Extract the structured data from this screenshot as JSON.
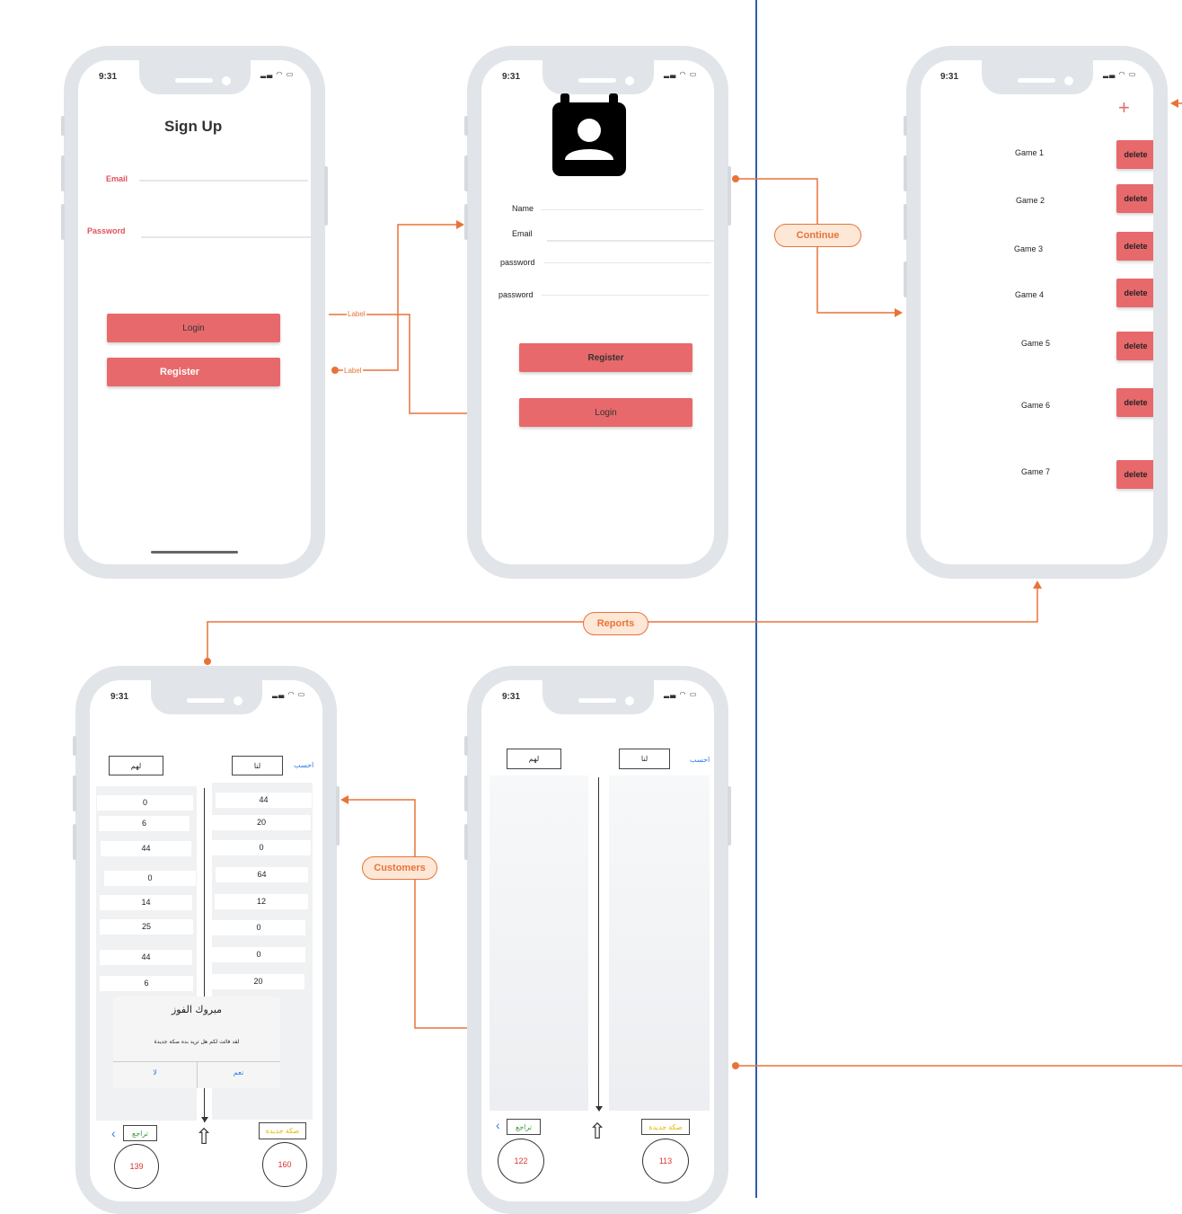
{
  "status": {
    "time": "9:31"
  },
  "screen1": {
    "title": "Sign Up",
    "email_label": "Email",
    "password_label": "Password",
    "login_label": "Login",
    "register_label": "Register"
  },
  "screen2": {
    "name_label": "Name",
    "email_label": "Email",
    "password_label_1": "password",
    "password_label_2": "password",
    "register_label": "Register",
    "login_label": "Login"
  },
  "screen3": {
    "add_symbol": "+",
    "games": [
      "Game 1",
      "Game 2",
      "Game 3",
      "Game 4",
      "Game 5",
      "Game 6",
      "Game 7"
    ],
    "delete_label": "delete"
  },
  "screen4": {
    "them_label": "لهم",
    "us_label": "لنا",
    "calc_label": "احسب",
    "left_values": [
      "0",
      "6",
      "44",
      "0",
      "14",
      "25",
      "44",
      "6"
    ],
    "right_values": [
      "44",
      "20",
      "0",
      "64",
      "12",
      "0",
      "0",
      "20"
    ],
    "dialog_title": "مبروك الفوز",
    "dialog_message": "لقد فائت لكم هل تريد بده صكة جديدة",
    "dialog_no": "لا",
    "dialog_yes": "نعم",
    "undo_label": "تراجع",
    "new_round_label": "صكة جديدة",
    "score_left": "139",
    "score_right": "160"
  },
  "screen5": {
    "them_label": "لهم",
    "us_label": "لنا",
    "calc_label": "احسب",
    "undo_label": "تراجع",
    "new_round_label": "صكة جديدة",
    "score_left": "122",
    "score_right": "113"
  },
  "connectors": {
    "label_1": "Label",
    "label_2": "Label",
    "continue": "Continue",
    "reports": "Reports",
    "customers": "Customers"
  },
  "colors": {
    "accent": "#e8696b",
    "connector": "#e8733a",
    "divider": "#2a5db0"
  }
}
